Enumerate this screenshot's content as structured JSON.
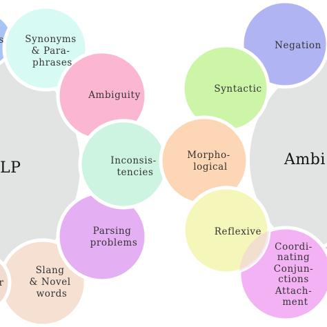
{
  "diagram": {
    "left_hub": {
      "label": "LP",
      "color": "#e2e3e3"
    },
    "right_hub": {
      "label": "Ambi",
      "color": "#e2e3e3"
    },
    "bubbles": [
      {
        "id": "edge-top-left",
        "lines": [
          "s"
        ],
        "color": "#a9c3f5"
      },
      {
        "id": "synonyms",
        "lines": [
          "Synonyms",
          "& Para-",
          "phrases"
        ],
        "color": "#d8faf5"
      },
      {
        "id": "ambiguity",
        "lines": [
          "Ambiguity"
        ],
        "color": "#fbb7d2"
      },
      {
        "id": "inconsistencies",
        "lines": [
          "Inconsis-",
          "tencies"
        ],
        "color": "#cdf3e1"
      },
      {
        "id": "parsing",
        "lines": [
          "Parsing",
          "problems"
        ],
        "color": "#e4b0f3"
      },
      {
        "id": "slang",
        "lines": [
          "Slang",
          "& Novel",
          "words"
        ],
        "color": "#f6e0d2"
      },
      {
        "id": "edge-bottom-left",
        "lines": [
          "r"
        ],
        "color": "#f2dcd0"
      },
      {
        "id": "negation",
        "lines": [
          "Negation"
        ],
        "color": "#b0b4f3"
      },
      {
        "id": "syntactic",
        "lines": [
          "Syntactic"
        ],
        "color": "#cdf5a8"
      },
      {
        "id": "morphological",
        "lines": [
          "Morpho-",
          "logical"
        ],
        "color": "#fcd6b5"
      },
      {
        "id": "reflexive",
        "lines": [
          "Reflexive"
        ],
        "color": "#f5f7ba"
      },
      {
        "id": "coordinating",
        "lines": [
          "Coordi-",
          "nating",
          "Conjun-",
          "ctions",
          "Attach-",
          "ment"
        ],
        "color": "#f2b2f4"
      },
      {
        "id": "edge-bottom-right",
        "lines": [],
        "color": "#f2b2f4"
      }
    ]
  }
}
